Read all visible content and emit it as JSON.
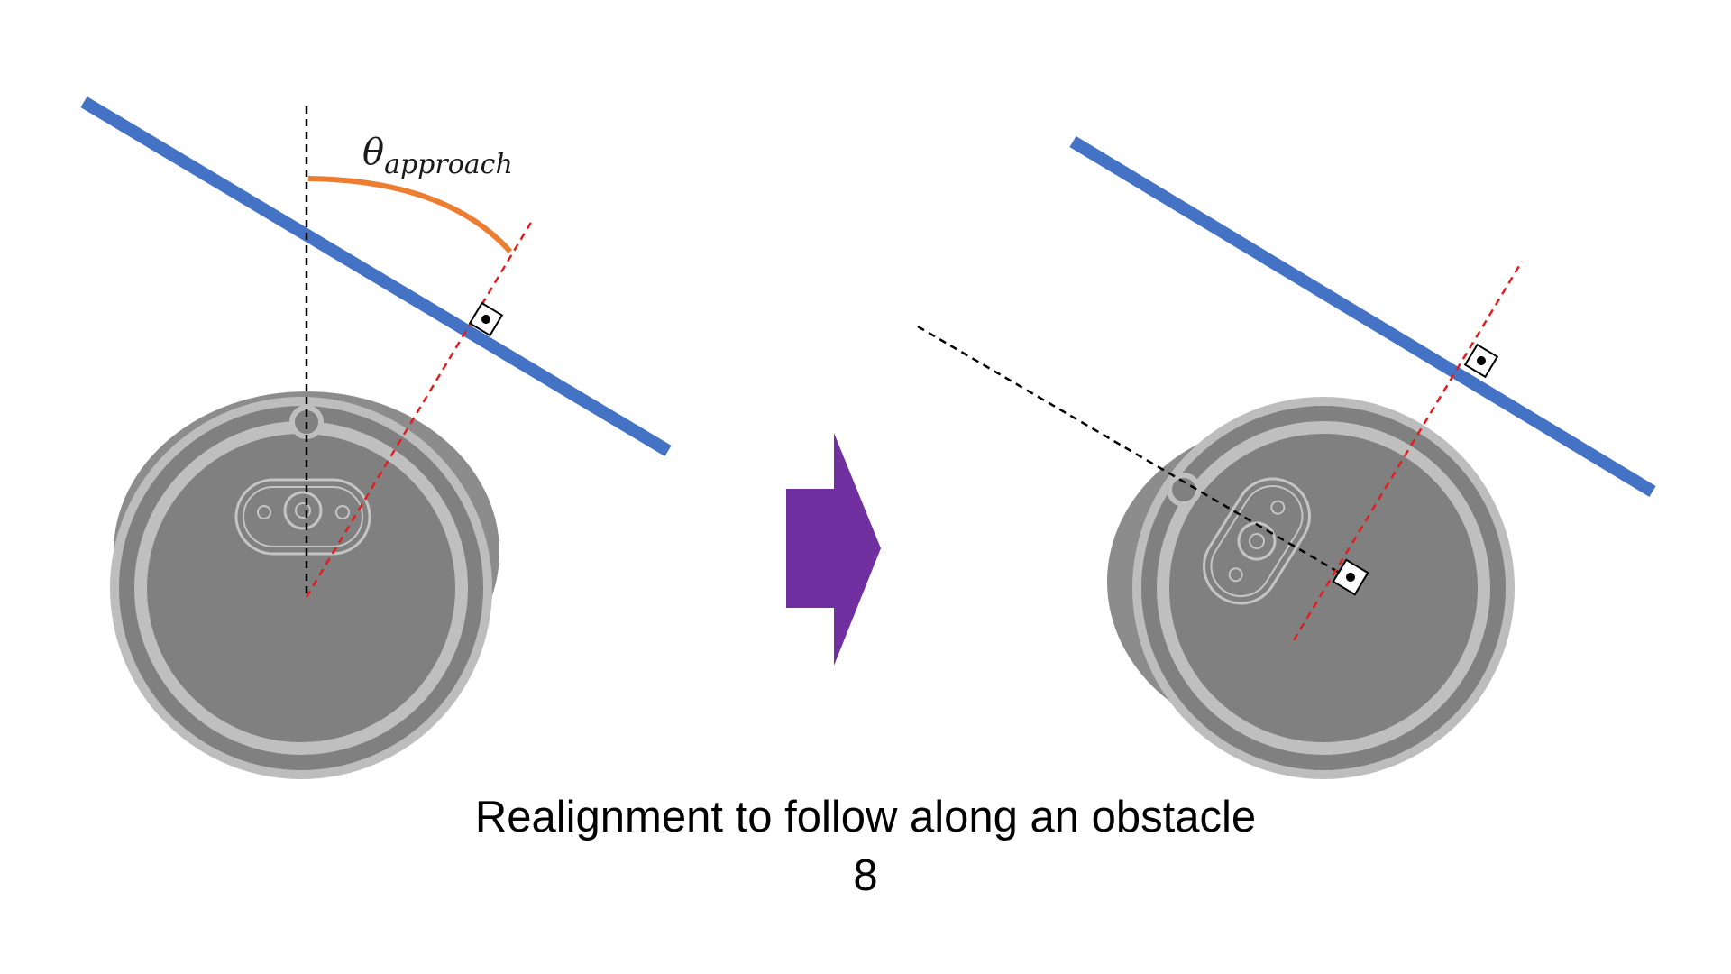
{
  "diagram": {
    "angle_label": {
      "symbol": "θ",
      "subscript": "approach"
    },
    "caption": "Realignment to follow along an obstacle",
    "number": "8"
  },
  "colors": {
    "obstacle": "#4472c4",
    "angle_arc": "#ed7d31",
    "heading_line": "#000000",
    "normal_line": "#e02020",
    "arrow": "#7030a0",
    "robot_body": "#808080",
    "robot_ring": "#bfbfbf",
    "background": "#ffffff"
  }
}
